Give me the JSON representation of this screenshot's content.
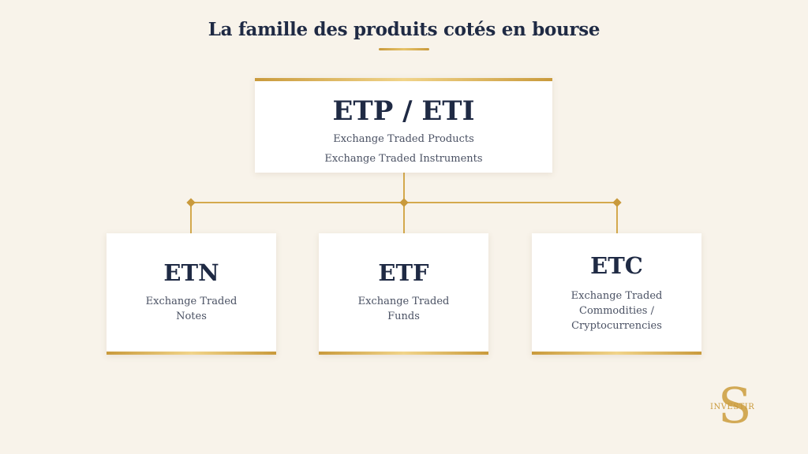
{
  "title": "La famille des produits cotés en bourse",
  "colors": {
    "background": "#f8f3ea",
    "gold": "#c99a3c",
    "navy": "#1f2a44",
    "card": "#ffffff"
  },
  "root": {
    "code": "ETP / ETI",
    "lines": [
      "Exchange Traded Products",
      "Exchange Traded Instruments"
    ]
  },
  "children": [
    {
      "code": "ETN",
      "lines": [
        "Exchange Traded",
        "Notes"
      ]
    },
    {
      "code": "ETF",
      "lines": [
        "Exchange Traded",
        "Funds"
      ]
    },
    {
      "code": "ETC",
      "lines": [
        "Exchange Traded",
        "Commodities /",
        "Cryptocurrencies"
      ]
    }
  ],
  "logo": {
    "letter": "S",
    "word": "INVESTIR"
  }
}
